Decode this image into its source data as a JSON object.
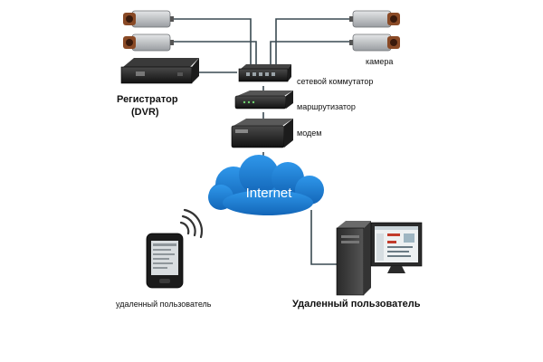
{
  "labels": {
    "camera": "камера",
    "switch": "сетевой коммутатор",
    "router": "маршрутизатор",
    "modem": "модем",
    "dvr_line1": "Регистратор",
    "dvr_line2": "(DVR)",
    "internet": "Internet",
    "mobile_user": "удаленный пользователь",
    "desktop_user": "Удаленный пользователь"
  },
  "icons": {
    "cameras": [
      "security-camera-icon",
      "security-camera-icon",
      "security-camera-icon",
      "security-camera-icon"
    ],
    "dvr": "dvr-recorder-icon",
    "switch": "network-switch-icon",
    "router": "router-icon",
    "modem": "modem-icon",
    "cloud": "internet-cloud-icon",
    "phone": "smartphone-icon",
    "wifi": "wireless-signal-icon",
    "computer": "desktop-computer-icon"
  },
  "colors": {
    "line": "#3a4a52",
    "cloud": "#1a7fd6",
    "cloud_text": "#ffffff",
    "device_body": "#2b2b2b",
    "camera_body": "#b9bcc0",
    "camera_lens": "#7a3b1c"
  }
}
